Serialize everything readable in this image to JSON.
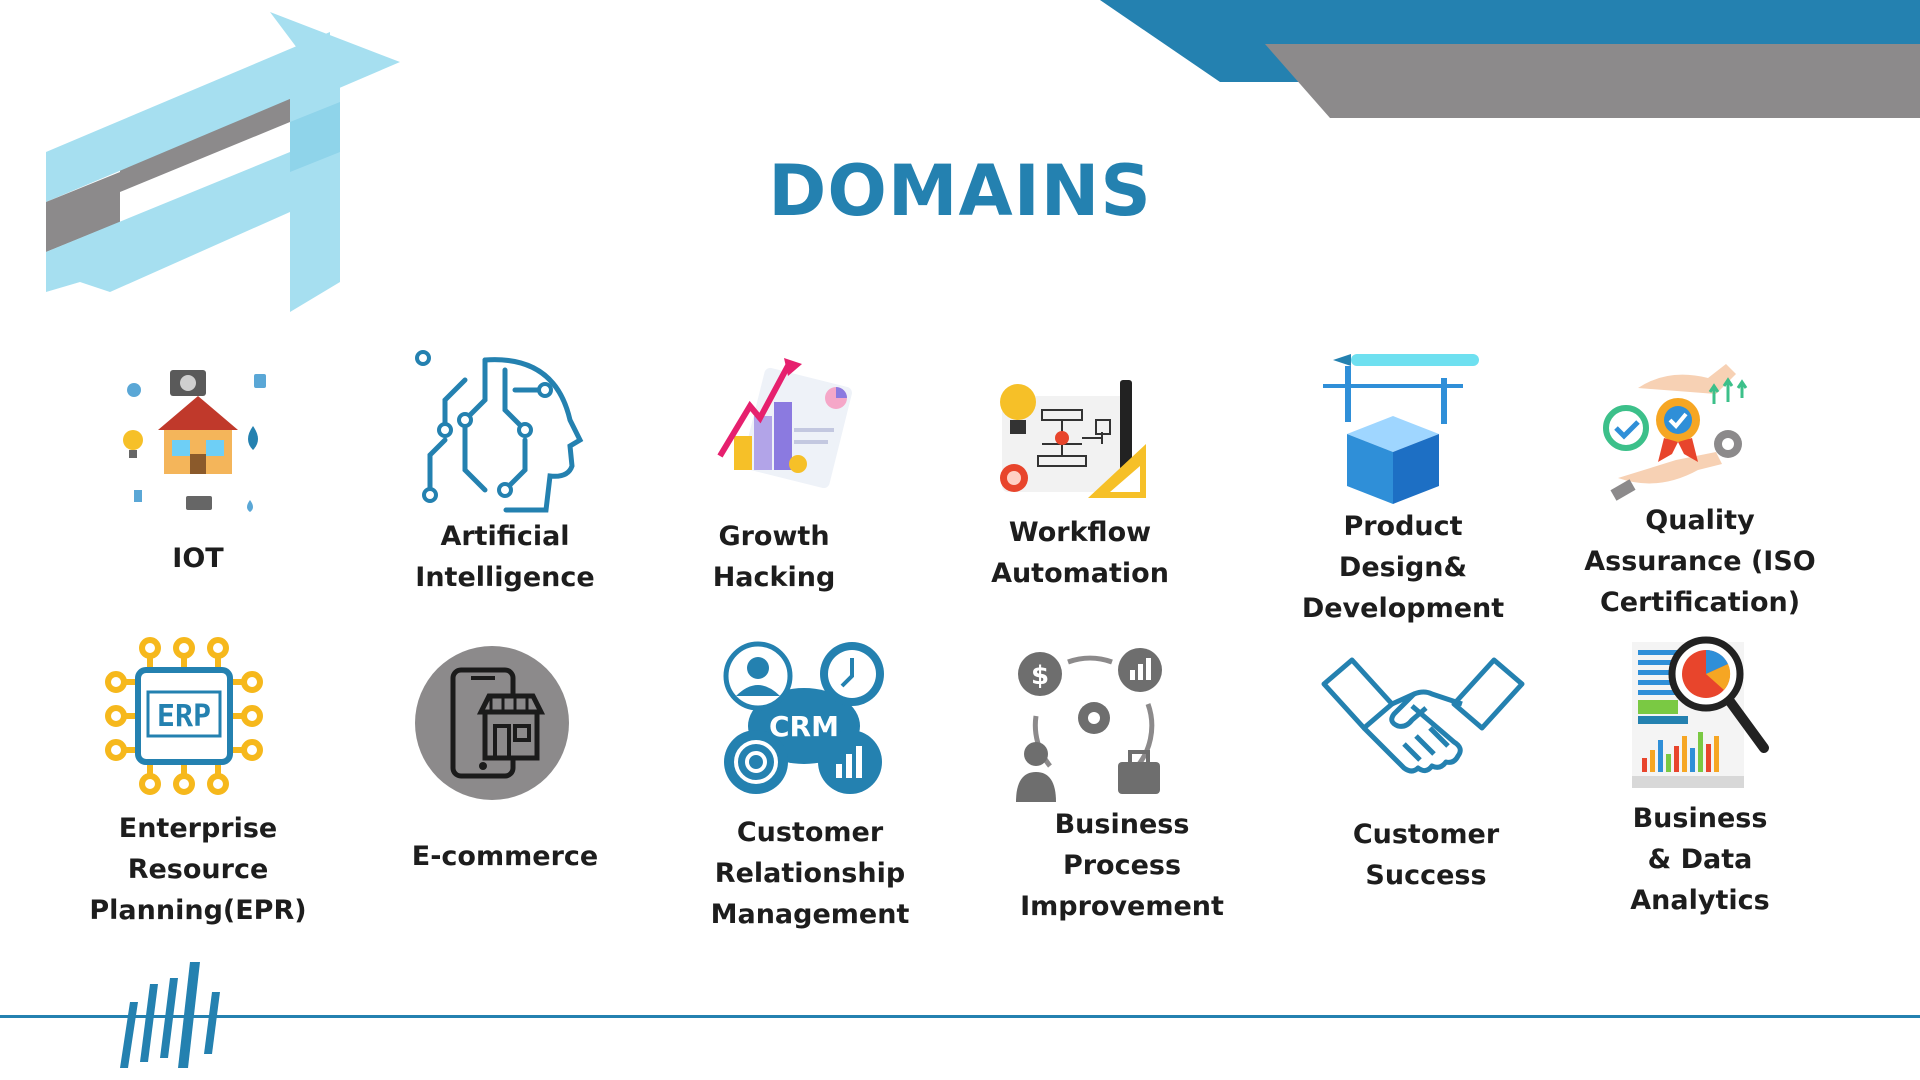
{
  "header": {
    "title": "DOMAINS"
  },
  "colors": {
    "accent": "#2481b0",
    "light_accent": "#a6dff0",
    "gray": "#8c8a8b",
    "text": "#1d1d1d"
  },
  "domains": [
    {
      "line1": "IOT",
      "line2": "",
      "line3": "",
      "icon": "smart-home-icon"
    },
    {
      "line1": "Artificial",
      "line2": "Intelligence",
      "line3": "",
      "icon": "ai-head-circuit-icon"
    },
    {
      "line1": "Growth",
      "line2": "Hacking",
      "line3": "",
      "icon": "growth-chart-icon"
    },
    {
      "line1": "Workflow",
      "line2": "Automation",
      "line3": "",
      "icon": "workflow-diagram-icon"
    },
    {
      "line1": "Product",
      "line2": "Design&",
      "line3": "Development",
      "icon": "product-cube-icon"
    },
    {
      "line1": "Quality",
      "line2": "Assurance (ISO",
      "line3": "Certification)",
      "icon": "quality-badge-icon"
    },
    {
      "line1": "Enterprise",
      "line2": "Resource",
      "line3": "Planning(EPR)",
      "icon": "erp-chip-icon",
      "chip_text": "ERP"
    },
    {
      "line1": "E-commerce",
      "line2": "",
      "line3": "",
      "icon": "mobile-shop-icon"
    },
    {
      "line1": "Customer",
      "line2": "Relationship",
      "line3": "Management",
      "icon": "crm-icon",
      "badge_text": "CRM"
    },
    {
      "line1": "Business",
      "line2": "Process",
      "line3": "Improvement",
      "icon": "business-process-icon"
    },
    {
      "line1": "Customer",
      "line2": "Success",
      "line3": "",
      "icon": "handshake-icon"
    },
    {
      "line1": "Business",
      "line2": "& Data",
      "line3": "Analytics",
      "icon": "data-analytics-icon"
    }
  ]
}
